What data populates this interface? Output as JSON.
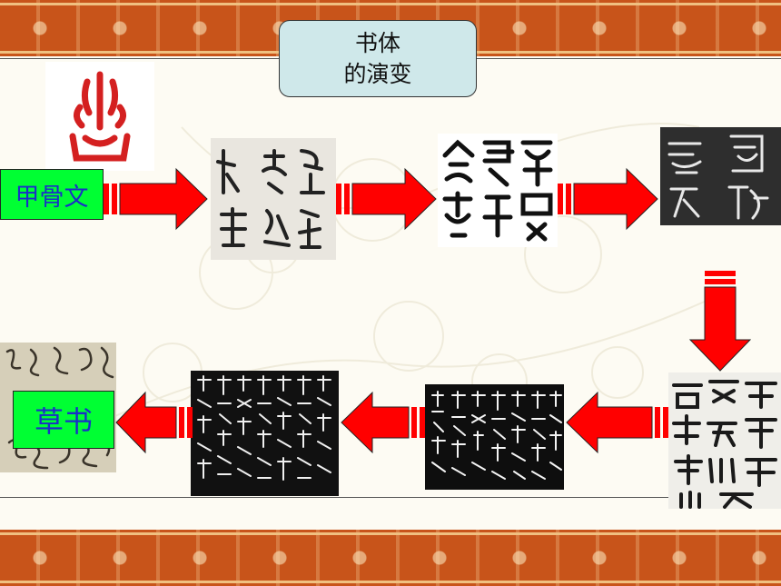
{
  "title": {
    "line1": "书体",
    "line2": "的演变"
  },
  "labels": {
    "oracle_bone": "甲骨文",
    "cursive": "草书"
  },
  "colors": {
    "banner": "#c8541a",
    "title_box_fill": "#cfe8ea",
    "label_fill": "#00ff33",
    "label_text": "#1a2fc8",
    "arrow": "#ff0000",
    "page_background": "#fdfbf3"
  },
  "images": [
    {
      "id": "oracle-glyph",
      "description_icon": "oracle-bone-glyph-icon"
    },
    {
      "id": "bronze-inscription",
      "description_icon": "bronze-script-icon"
    },
    {
      "id": "small-seal",
      "description_icon": "seal-script-icon"
    },
    {
      "id": "seal-rubbing",
      "description_icon": "rubbing-icon"
    },
    {
      "id": "clerical-script",
      "description_icon": "clerical-script-icon"
    },
    {
      "id": "regular-script",
      "description_icon": "regular-script-icon"
    },
    {
      "id": "running-script",
      "description_icon": "running-script-icon"
    },
    {
      "id": "cursive-script",
      "description_icon": "cursive-script-icon"
    }
  ]
}
